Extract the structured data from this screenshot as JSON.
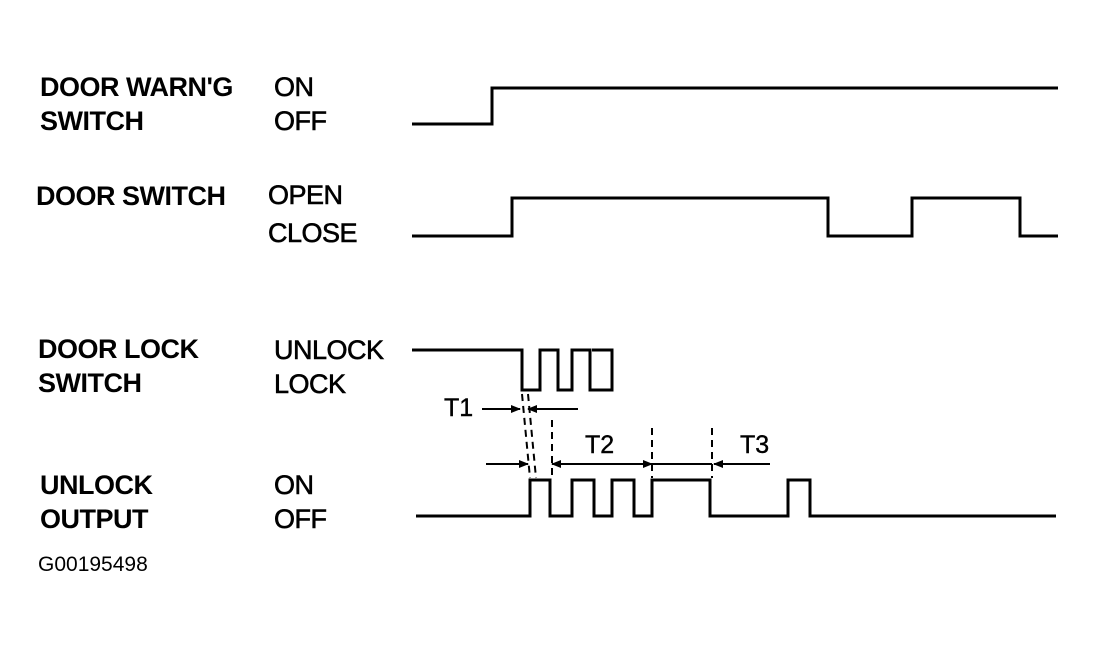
{
  "signals": [
    {
      "name_line1": "DOOR WARN'G",
      "name_line2": "SWITCH",
      "state_high": "ON",
      "state_low": "OFF"
    },
    {
      "name_line1": "DOOR SWITCH",
      "name_line2": "",
      "state_high": "OPEN",
      "state_low": "CLOSE"
    },
    {
      "name_line1": "DOOR LOCK",
      "name_line2": "SWITCH",
      "state_high": "UNLOCK",
      "state_low": "LOCK"
    },
    {
      "name_line1": "UNLOCK",
      "name_line2": "OUTPUT",
      "state_high": "ON",
      "state_low": "OFF"
    }
  ],
  "timing_labels": {
    "t1": "T1",
    "t2": "T2",
    "t3": "T3"
  },
  "figure_id": "G00195498",
  "colors": {
    "line": "#000000",
    "background": "#ffffff"
  }
}
